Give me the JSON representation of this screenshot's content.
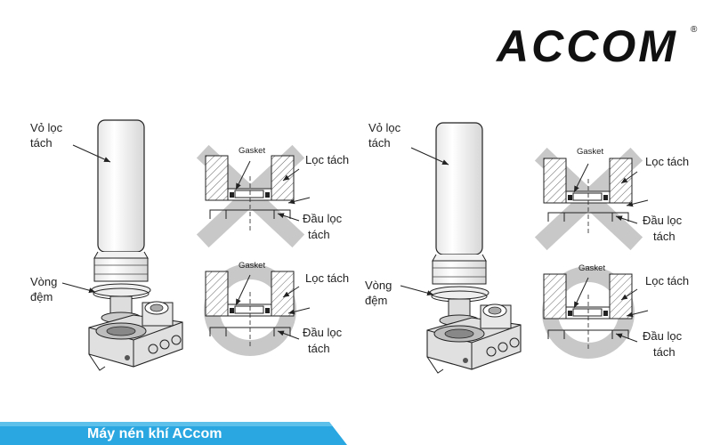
{
  "logo": {
    "text": "ACCOM",
    "registered_mark": "®"
  },
  "panels": [
    {
      "housing_label": [
        "Vỏ lọc",
        "tách"
      ],
      "oring_label": [
        "Vòng",
        "đệm"
      ],
      "wrong": {
        "gasket": "Gasket",
        "element": "Lọc tách",
        "head": [
          "Đầu lọc",
          "tách"
        ]
      },
      "right": {
        "gasket": "Gasket",
        "element": "Lọc tách",
        "head": [
          "Đầu lọc",
          "tách"
        ]
      }
    },
    {
      "housing_label": [
        "Vỏ lọc",
        "tách"
      ],
      "oring_label": [
        "Vòng",
        "đệm"
      ],
      "wrong": {
        "gasket": "Gasket",
        "element": "Lọc tách",
        "head": [
          "Đầu lọc",
          "tách"
        ]
      },
      "right": {
        "gasket": "Gasket",
        "element": "Lọc tách",
        "head": [
          "Đầu lọc",
          "tách"
        ]
      }
    }
  ],
  "footer": {
    "text": "Máy nén khí ACcom"
  },
  "colors": {
    "footer_bg": "#2aa7e0",
    "footer_edge": "#7fd0f2",
    "mark_gray": "#c8c8c8",
    "logo": "#111111"
  }
}
